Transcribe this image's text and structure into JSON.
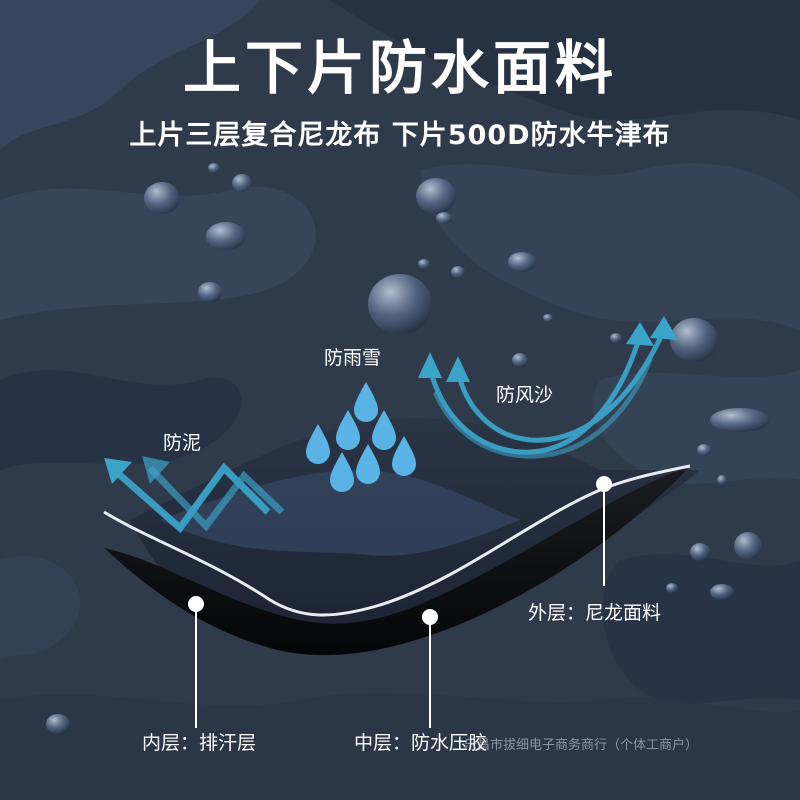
{
  "title": "上下片防水面料",
  "subtitle": "上片三层复合尼龙布 下片500D防水牛津布",
  "features": {
    "mud": "防泥",
    "rain_snow": "防雨雪",
    "wind_sand": "防风沙"
  },
  "layers": {
    "outer": "外层：尼龙面料",
    "middle": "中层：防水压胶",
    "inner": "内层：排汗层"
  },
  "watermark": "乐昌市拔细电子商务商行（个体工商户）",
  "colors": {
    "arrow": "#3aa3c8",
    "drop": "#59b3e4",
    "text": "#ffffff",
    "fabric_dark": "#2c3646"
  },
  "icons": [
    "arrow-icon",
    "water-drop-icon",
    "wind-arrow-icon"
  ]
}
